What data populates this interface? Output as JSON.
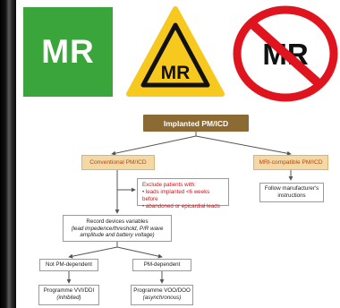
{
  "signs": {
    "mr_safe": "MR",
    "mr_conditional": "MR",
    "mr_unsafe": "MR",
    "colors": {
      "green": "#3aa53a",
      "yellow": "#f7c81e",
      "red": "#e0141e"
    }
  },
  "flowchart": {
    "root": "Implanted PM/ICD",
    "conventional": "Conventional PM/ICD",
    "mri_compatible": "MRI-compatible PM/ICD",
    "exclude_title": "Exclude patients with:",
    "exclude_item1": "• leads implanted <6 weeks before",
    "exclude_item2": "• abandoned or epicardial leads",
    "follow_line1": "Follow manufacturer's",
    "follow_line2": "instructions",
    "record_title": "Record devices variables",
    "record_detail1": "(lead impedence/threshold, P/R wave",
    "record_detail2": "amplitude and battery voltage)",
    "not_dependent": "Not PM-dependent",
    "dependent": "PM-dependent",
    "prog_vvi": "Programme VVI/DDI",
    "prog_vvi_note": "(inhibited)",
    "prog_voo": "Programme VOO/DOO",
    "prog_voo_note": "(asynchronous)"
  }
}
